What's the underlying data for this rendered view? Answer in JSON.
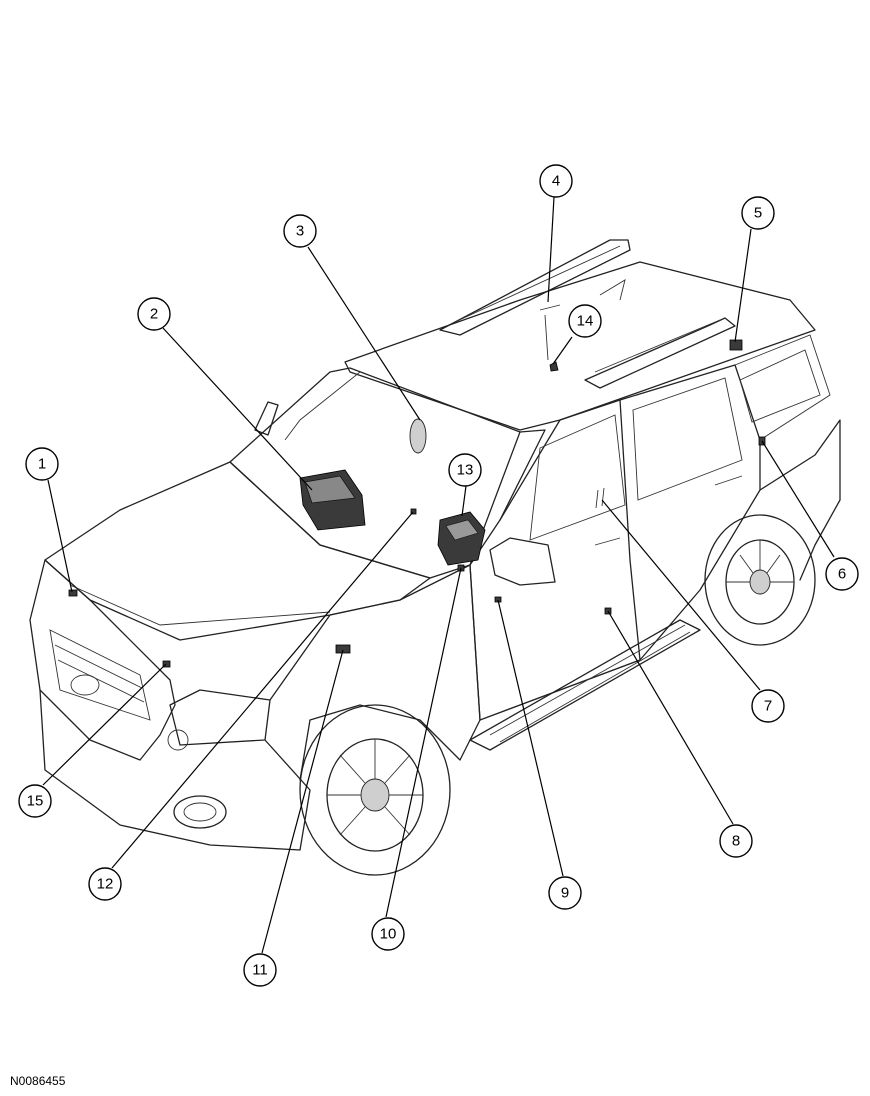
{
  "figure_id": "N0086455",
  "callouts": [
    {
      "label": "1"
    },
    {
      "label": "2"
    },
    {
      "label": "3"
    },
    {
      "label": "4"
    },
    {
      "label": "5"
    },
    {
      "label": "6"
    },
    {
      "label": "7"
    },
    {
      "label": "8"
    },
    {
      "label": "9"
    },
    {
      "label": "10"
    },
    {
      "label": "11"
    },
    {
      "label": "12"
    },
    {
      "label": "13"
    },
    {
      "label": "14"
    },
    {
      "label": "15"
    }
  ]
}
